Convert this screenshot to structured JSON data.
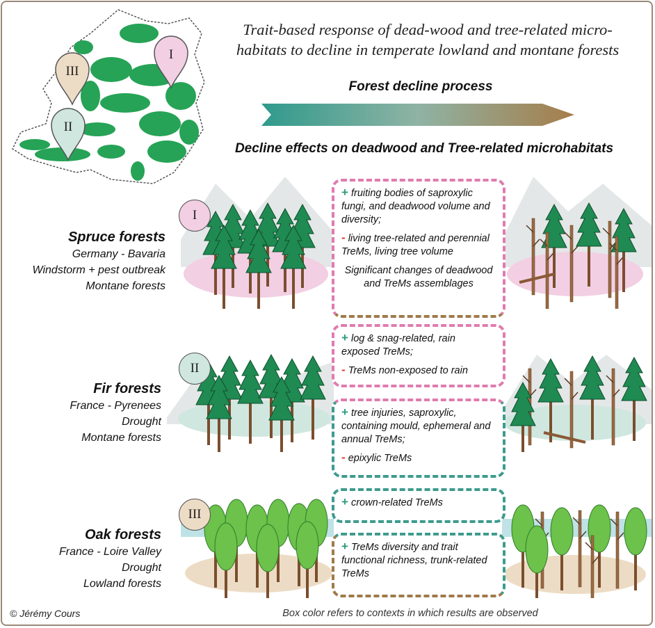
{
  "title_line1": "Trait-based response of  dead-wood and tree-related micro-",
  "title_line2": "habitats to decline in temperate lowland and montane forests",
  "process_label": "Forest decline process",
  "effects_label": "Decline effects on deadwood and Tree-related microhabitats",
  "colors": {
    "pink": "#e07bb0",
    "teal": "#3d9b8e",
    "brown": "#a07a4a",
    "pink_fill": "#f2cfe3",
    "teal_fill": "#cfe7df",
    "brown_fill": "#eddcc5",
    "forest_green": "#1f8a52",
    "map_green": "#26a356"
  },
  "map": {
    "markers": [
      {
        "label": "I",
        "fill": "#f2cfe3"
      },
      {
        "label": "II",
        "fill": "#cfe7df"
      },
      {
        "label": "III",
        "fill": "#eddcc5"
      }
    ]
  },
  "contexts": [
    {
      "badge": "I",
      "title": "Spruce forests",
      "lines": [
        "Germany - Bavaria",
        "Windstorm + pest outbreak",
        "Montane forests"
      ]
    },
    {
      "badge": "II",
      "title": "Fir forests",
      "lines": [
        "France - Pyrenees",
        "Drought",
        "Montane forests"
      ]
    },
    {
      "badge": "III",
      "title": "Oak forests",
      "lines": [
        "France - Loire Valley",
        "Drought",
        "Lowland forests"
      ]
    }
  ],
  "boxes": {
    "spruce_plus": "fruiting bodies of saproxylic fungi, and deadwood volume and diversity;",
    "spruce_minus": "living tree-related and perennial TreMs, living tree volume",
    "spruce_assemblage": "Significant changes of deadwood and TreMs assemblages",
    "fir_box1_plus": "log & snag-related, rain exposed TreMs;",
    "fir_box1_minus": "TreMs non-exposed to rain",
    "fir_box2_plus": "tree injuries, saproxylic, containing mould, ephemeral and annual TreMs;",
    "fir_box2_minus": "epixylic TreMs",
    "oak_box1_plus": "crown-related TreMs",
    "oak_box2_plus": "TreMs diversity and trait functional richness, trunk-related TreMs"
  },
  "signs": {
    "plus": "+",
    "minus": "-"
  },
  "credit": "© Jérémy Cours",
  "footnote": "Box color refers to contexts in which results are observed",
  "icons": {
    "map": "europe-map-icon",
    "arrow": "gradient-arrow-icon",
    "forest": "forest-stand-icon"
  }
}
